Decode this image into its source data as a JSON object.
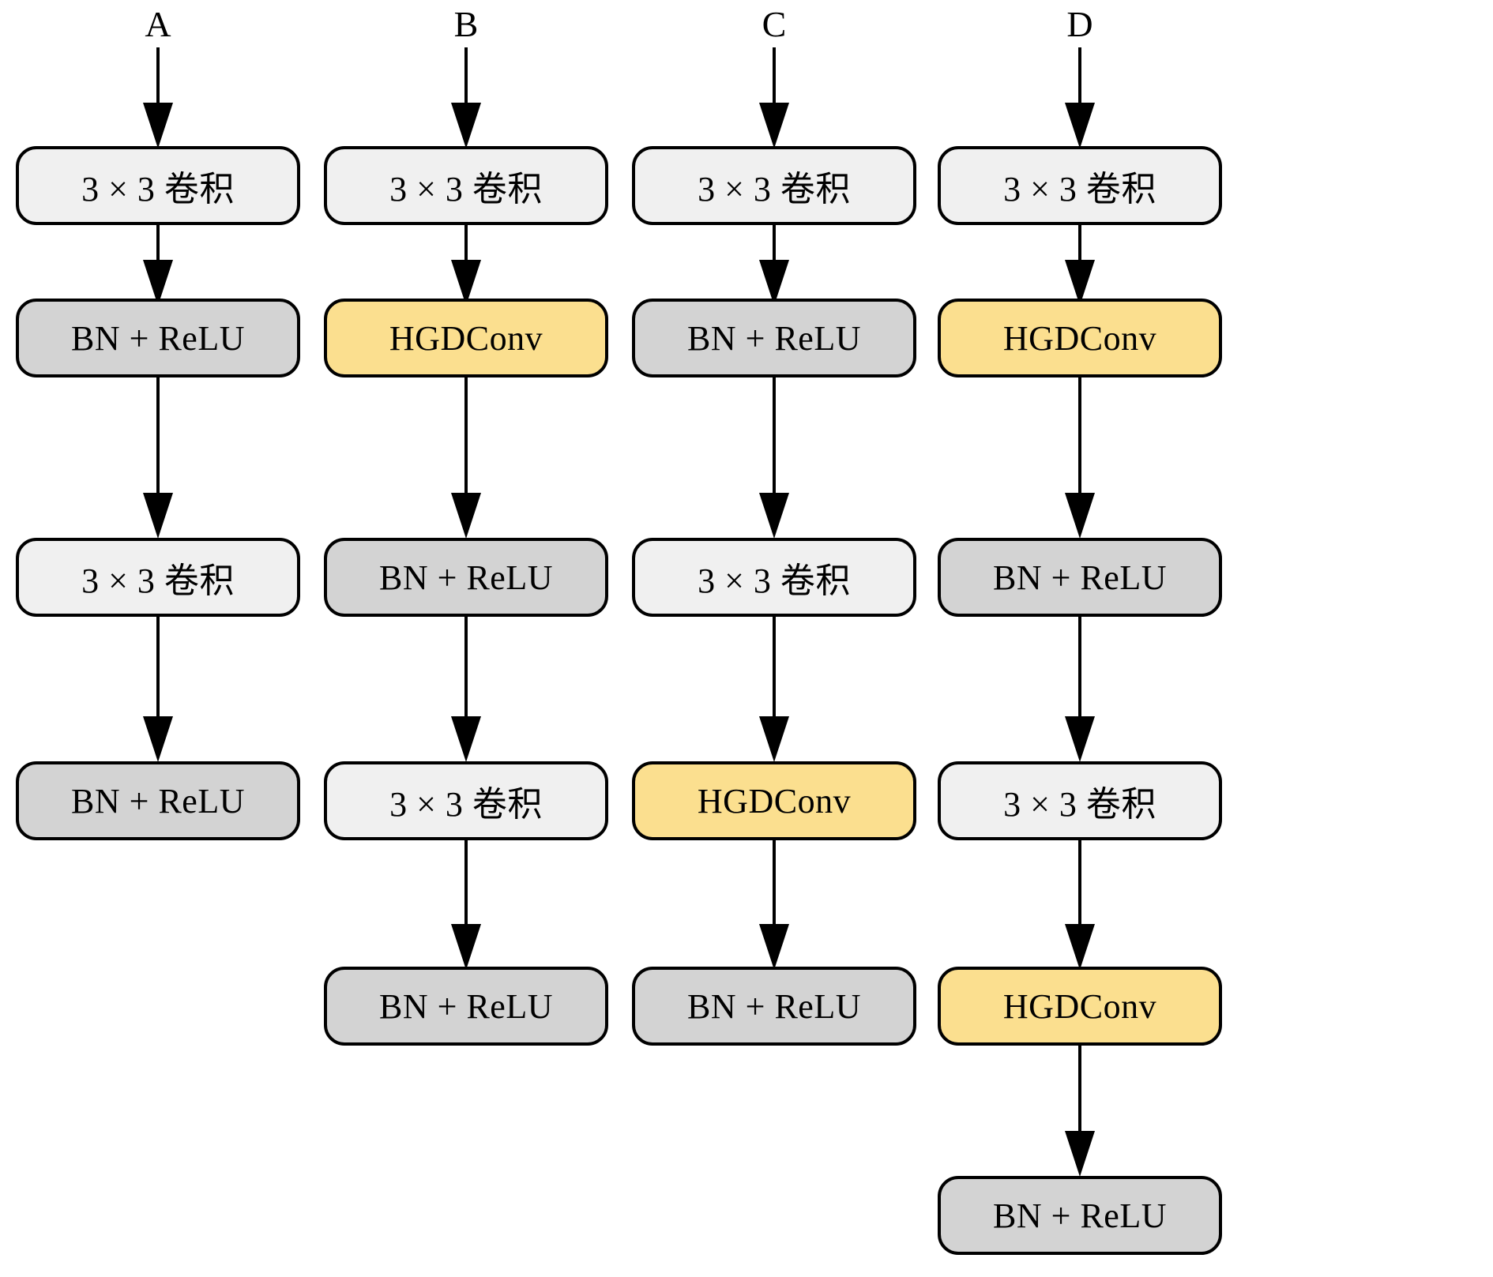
{
  "diagram": {
    "title": "",
    "node_types": {
      "conv": {
        "label": "3 × 3 卷积",
        "fill": "#f0f0f0",
        "stroke": "#000000"
      },
      "bnrelu": {
        "label": "BN + ReLU",
        "fill": "#d3d3d3",
        "stroke": "#000000"
      },
      "hgdconv": {
        "label": "HGDConv",
        "fill": "#fbdf8f",
        "stroke": "#000000"
      }
    },
    "columns": [
      {
        "id": "A",
        "label": "A",
        "nodes": [
          {
            "type": "conv",
            "label": "3 × 3 卷积"
          },
          {
            "type": "bnrelu",
            "label": "BN + ReLU"
          },
          {
            "type": "conv",
            "label": "3 × 3 卷积"
          },
          {
            "type": "bnrelu",
            "label": "BN + ReLU"
          }
        ]
      },
      {
        "id": "B",
        "label": "B",
        "nodes": [
          {
            "type": "conv",
            "label": "3 × 3 卷积"
          },
          {
            "type": "hgdconv",
            "label": "HGDConv"
          },
          {
            "type": "bnrelu",
            "label": "BN + ReLU"
          },
          {
            "type": "conv",
            "label": "3 × 3 卷积"
          },
          {
            "type": "bnrelu",
            "label": "BN + ReLU"
          }
        ]
      },
      {
        "id": "C",
        "label": "C",
        "nodes": [
          {
            "type": "conv",
            "label": "3 × 3 卷积"
          },
          {
            "type": "bnrelu",
            "label": "BN + ReLU"
          },
          {
            "type": "conv",
            "label": "3 × 3 卷积"
          },
          {
            "type": "hgdconv",
            "label": "HGDConv"
          },
          {
            "type": "bnrelu",
            "label": "BN + ReLU"
          }
        ]
      },
      {
        "id": "D",
        "label": "D",
        "nodes": [
          {
            "type": "conv",
            "label": "3 × 3 卷积"
          },
          {
            "type": "hgdconv",
            "label": "HGDConv"
          },
          {
            "type": "bnrelu",
            "label": "BN + ReLU"
          },
          {
            "type": "conv",
            "label": "3 × 3 卷积"
          },
          {
            "type": "hgdconv",
            "label": "HGDConv"
          },
          {
            "type": "bnrelu",
            "label": "BN + ReLU"
          }
        ]
      }
    ]
  },
  "labels": {
    "a": "A",
    "b": "B",
    "c": "C",
    "d": "D"
  },
  "nodes": {
    "a1": "3 × 3 卷积",
    "a2": "BN + ReLU",
    "a3": "3 × 3 卷积",
    "a4": "BN + ReLU",
    "b1": "3 × 3 卷积",
    "b2": "HGDConv",
    "b3": "BN + ReLU",
    "b4": "3 × 3 卷积",
    "b5": "BN + ReLU",
    "c1": "3 × 3 卷积",
    "c2": "BN + ReLU",
    "c3": "3 × 3 卷积",
    "c4": "HGDConv",
    "c5": "BN + ReLU",
    "d1": "3 × 3 卷积",
    "d2": "HGDConv",
    "d3": "BN + ReLU",
    "d4": "3 × 3 卷积",
    "d5": "HGDConv",
    "d6": "BN + ReLU"
  }
}
